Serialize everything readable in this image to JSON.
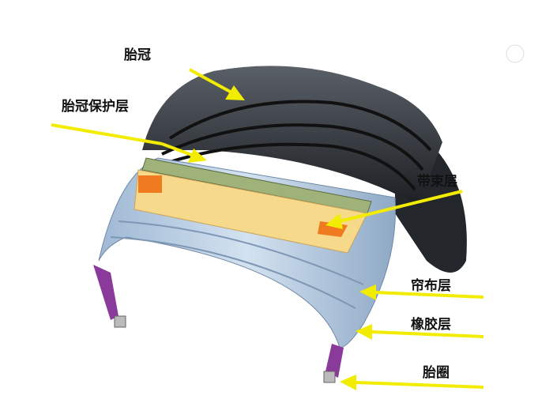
{
  "title": "Tire structure diagram",
  "labels": {
    "tread": "胎冠",
    "tread_protection": "胎冠保护层",
    "belt": "带束层",
    "ply": "帘布层",
    "rubber": "橡胶层",
    "bead": "胎圈"
  },
  "colors": {
    "arrow": "#f2ec00",
    "tread": "#2a2e33",
    "belt": "#f6d98a",
    "belt_patch": "#f07a20",
    "ply": "#b9cfe6",
    "bead": "#8a3a9a"
  }
}
